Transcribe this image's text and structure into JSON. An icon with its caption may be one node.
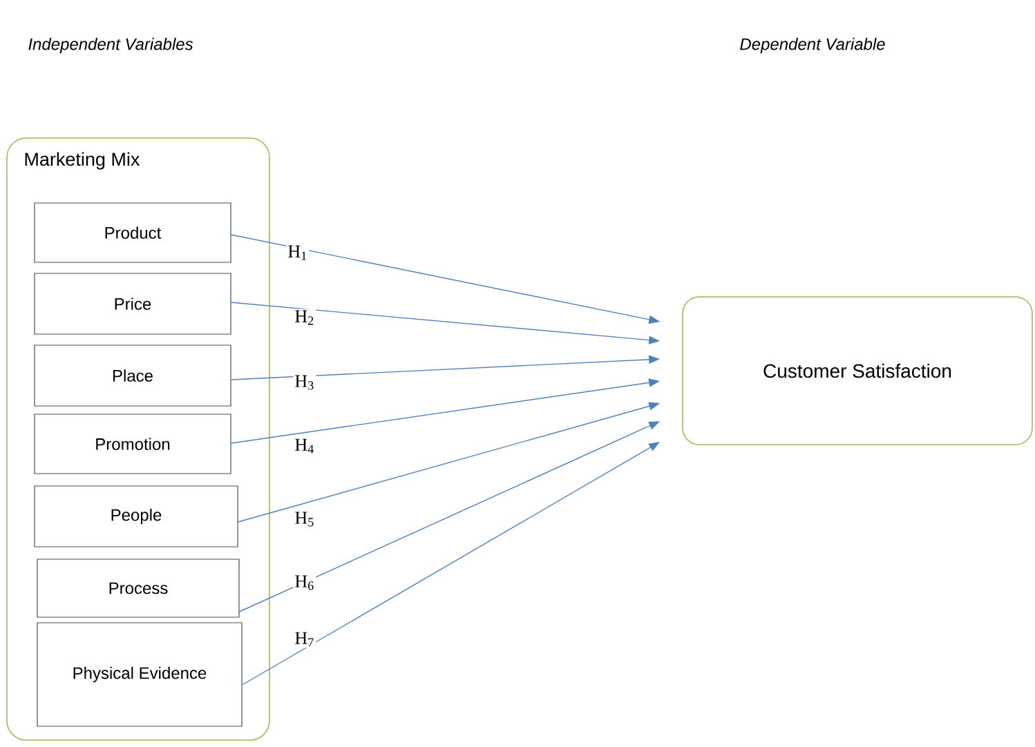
{
  "diagram": {
    "nodes": [
      {
        "text": [
          "Marketing Mix"
        ]
      },
      {
        "text": [
          "Product"
        ],
        "in": 0
      },
      {
        "text": [
          "Price"
        ],
        "in": 0
      },
      {
        "text": [
          "Place"
        ],
        "in": 0
      },
      {
        "text": [
          "Promotion"
        ],
        "in": 0
      },
      {
        "text": [
          "People"
        ],
        "in": 0
      },
      {
        "text": [
          "Process"
        ],
        "in": 0
      },
      {
        "text": [
          "Physical Evidence"
        ],
        "in": 0
      },
      {
        "text": [
          "Customer Satisfaction"
        ]
      }
    ],
    "edges": [
      {
        "from": 1,
        "to": 8,
        "arrow": "to",
        "label": "H$_{1}$"
      },
      {
        "from": 2,
        "to": 8,
        "arrow": "to",
        "label": "H$_{2}$"
      },
      {
        "from": 3,
        "to": 8,
        "arrow": "to",
        "label": "H$_{3}$"
      },
      {
        "from": 4,
        "to": 8,
        "arrow": "to",
        "label": "H$_{4}$"
      },
      {
        "from": 5,
        "to": 8,
        "arrow": "to",
        "label": "H$_{5}$"
      },
      {
        "from": 6,
        "to": 8,
        "arrow": "to",
        "label": "H$_{6}$"
      },
      {
        "from": 7,
        "to": 8,
        "arrow": "to",
        "label": "H$_{7}$"
      }
    ],
    "labels": [
      "Independent Variables",
      "Dependent Variable"
    ]
  }
}
